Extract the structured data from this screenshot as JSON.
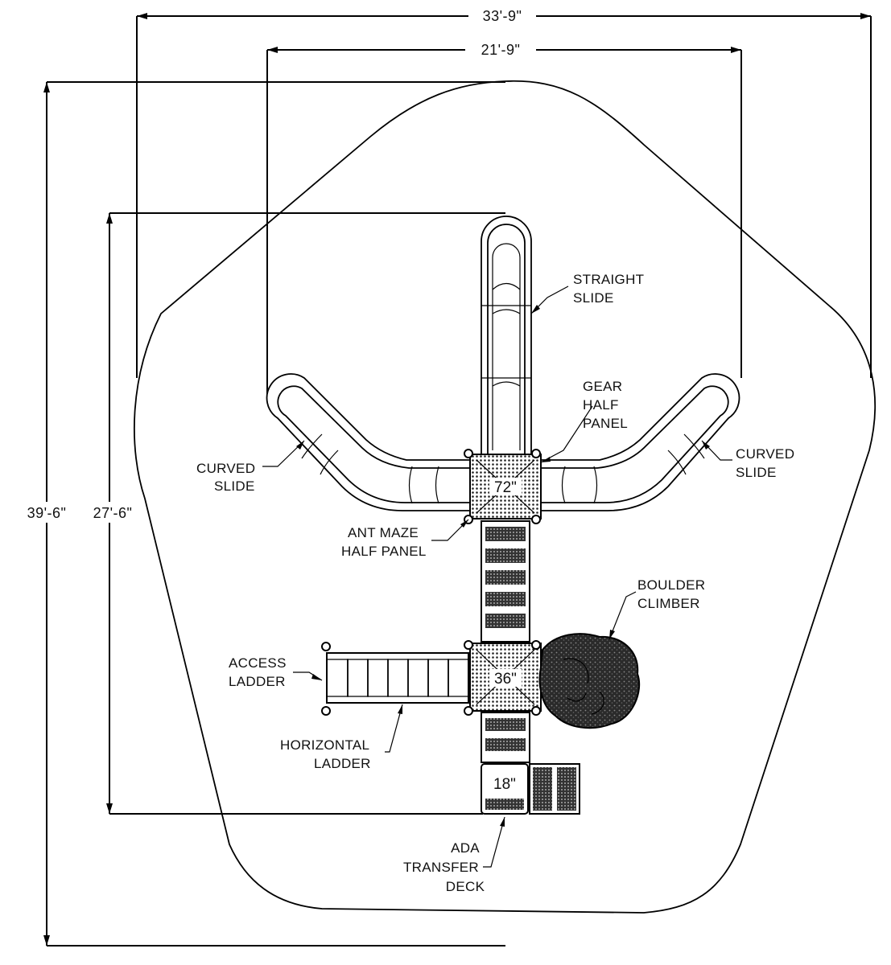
{
  "dimensions": {
    "overall_width": "33'-9\"",
    "structure_width": "21'-9\"",
    "overall_depth": "39'-6\"",
    "structure_depth": "27'-6\""
  },
  "labels": {
    "straight_slide": [
      "STRAIGHT",
      "SLIDE"
    ],
    "gear_half_panel": [
      "GEAR",
      "HALF",
      "PANEL"
    ],
    "curved_slide_left": [
      "CURVED",
      "SLIDE"
    ],
    "curved_slide_right": [
      "CURVED",
      "SLIDE"
    ],
    "ant_maze_half_panel": [
      "ANT MAZE",
      "HALF PANEL"
    ],
    "boulder_climber": [
      "BOULDER",
      "CLIMBER"
    ],
    "access_ladder": [
      "ACCESS",
      "LADDER"
    ],
    "horizontal_ladder": [
      "HORIZONTAL",
      "LADDER"
    ],
    "ada_transfer_deck": [
      "ADA",
      "TRANSFER",
      "DECK"
    ]
  },
  "deck_heights": {
    "upper": "72\"",
    "middle": "36\"",
    "transfer": "18\""
  }
}
